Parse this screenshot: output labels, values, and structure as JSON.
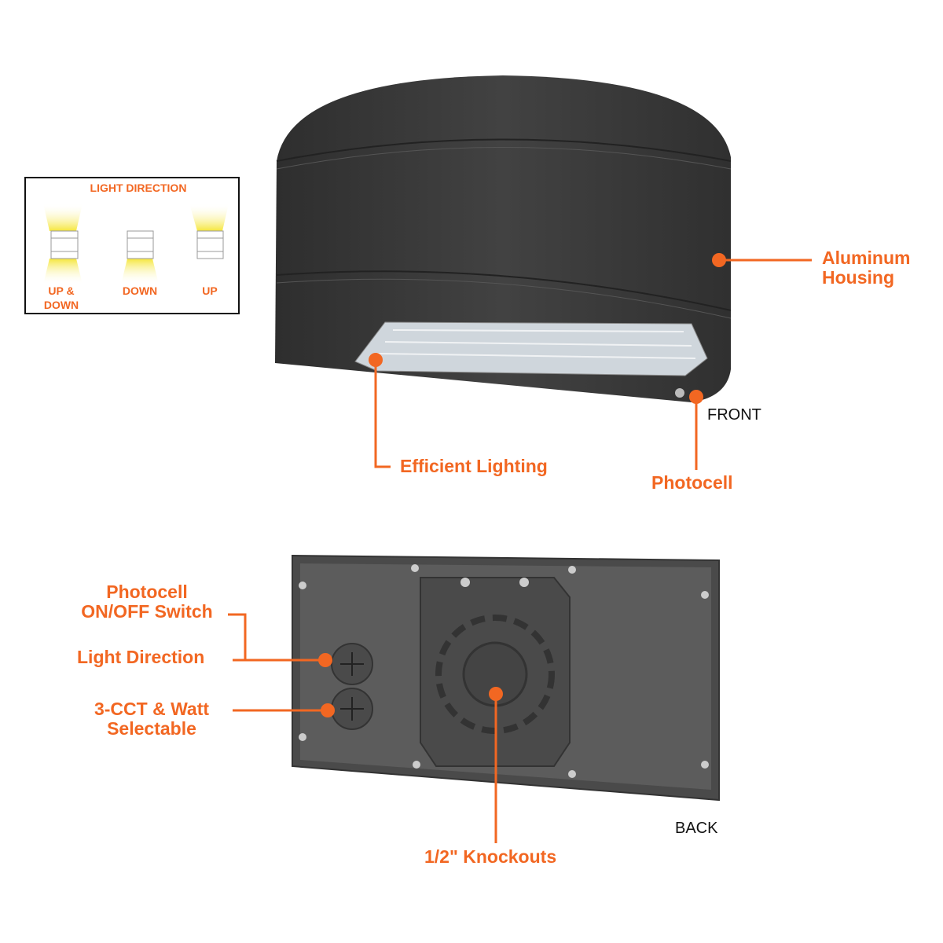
{
  "light_direction": {
    "title": "LIGHT DIRECTION",
    "options": [
      "UP &\nDOWN",
      "DOWN",
      "UP"
    ],
    "option_lines": [
      [
        "UP &",
        "DOWN"
      ],
      [
        "DOWN"
      ],
      [
        "UP"
      ]
    ]
  },
  "labels": {
    "aluminum_housing": [
      "Aluminum",
      "Housing"
    ],
    "efficient_lighting": "Efficient Lighting",
    "photocell": "Photocell",
    "front": "FRONT",
    "photocell_switch": [
      "Photocell",
      "ON/OFF Switch"
    ],
    "light_direction": "Light Direction",
    "cct_watt": [
      "3-CCT & Watt",
      "Selectable"
    ],
    "knockouts": "1/2\" Knockouts",
    "back": "BACK"
  },
  "colors": {
    "accent": "#f26722",
    "housing": "#3a3a3a",
    "light": "#f5e63a"
  }
}
